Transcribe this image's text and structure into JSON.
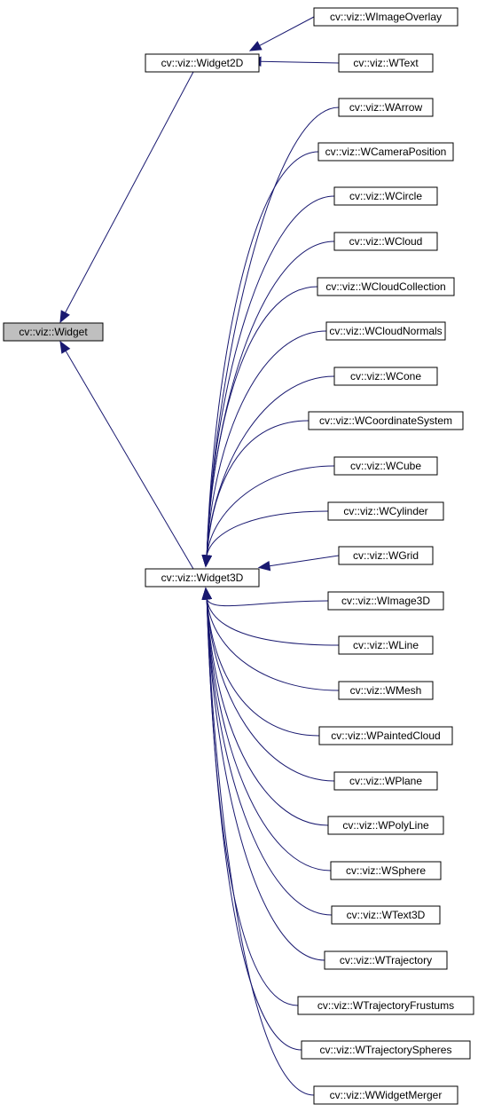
{
  "diagram": {
    "root": "cv::viz::Widget",
    "intermediate": [
      "cv::viz::Widget2D",
      "cv::viz::Widget3D"
    ],
    "children_2d": [
      "cv::viz::WImageOverlay",
      "cv::viz::WText"
    ],
    "children_3d": [
      "cv::viz::WArrow",
      "cv::viz::WCameraPosition",
      "cv::viz::WCircle",
      "cv::viz::WCloud",
      "cv::viz::WCloudCollection",
      "cv::viz::WCloudNormals",
      "cv::viz::WCone",
      "cv::viz::WCoordinateSystem",
      "cv::viz::WCube",
      "cv::viz::WCylinder",
      "cv::viz::WGrid",
      "cv::viz::WImage3D",
      "cv::viz::WLine",
      "cv::viz::WMesh",
      "cv::viz::WPaintedCloud",
      "cv::viz::WPlane",
      "cv::viz::WPolyLine",
      "cv::viz::WSphere",
      "cv::viz::WText3D",
      "cv::viz::WTrajectory",
      "cv::viz::WTrajectoryFrustums",
      "cv::viz::WTrajectorySpheres",
      "cv::viz::WWidgetMerger"
    ],
    "colors": {
      "edge": "#191970",
      "root_fill": "#bfbfbf",
      "node_fill": "#ffffff",
      "border": "#000000"
    }
  }
}
